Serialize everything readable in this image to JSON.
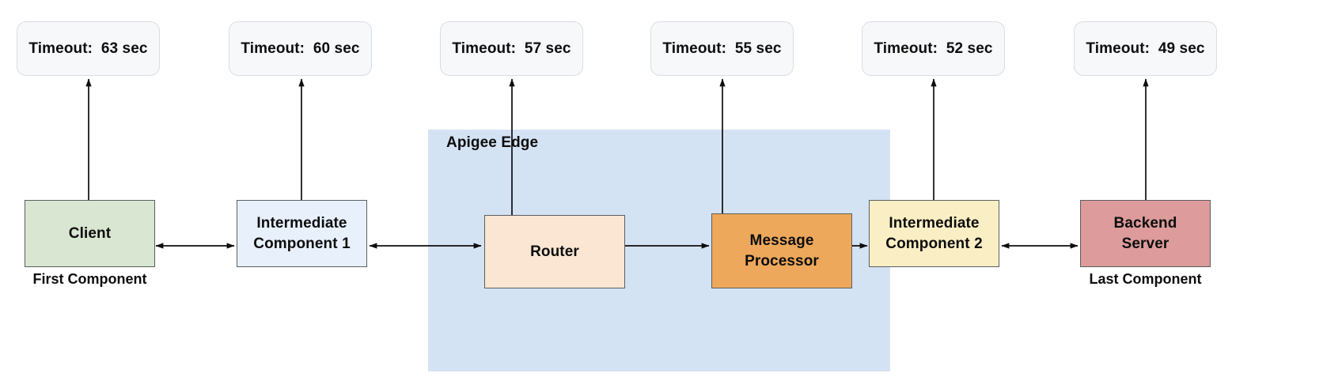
{
  "diagram": {
    "title": "Apigee Edge request timeout chain",
    "group": {
      "label": "Apigee Edge",
      "color": "#d4e3f4"
    },
    "timeouts": [
      {
        "id": "timeout-client",
        "label": "Timeout:  63 sec",
        "seconds": 63
      },
      {
        "id": "timeout-intermediate1",
        "label": "Timeout:  60 sec",
        "seconds": 60
      },
      {
        "id": "timeout-router",
        "label": "Timeout:  57 sec",
        "seconds": 57
      },
      {
        "id": "timeout-message-processor",
        "label": "Timeout:  55 sec",
        "seconds": 55
      },
      {
        "id": "timeout-intermediate2",
        "label": "Timeout:  52 sec",
        "seconds": 52
      },
      {
        "id": "timeout-backend",
        "label": "Timeout:  49 sec",
        "seconds": 49
      }
    ],
    "nodes": [
      {
        "id": "client",
        "label": "Client",
        "color": "#d9e6d1",
        "border": "#5a5f63"
      },
      {
        "id": "intermediate-1",
        "label": "Intermediate\nComponent 1",
        "color": "#e8f0fb",
        "border": "#5a5f63"
      },
      {
        "id": "router",
        "label": "Router",
        "color": "#fae6d2",
        "border": "#5a5f63"
      },
      {
        "id": "message-processor",
        "label": "Message\nProcessor",
        "color": "#eda85c",
        "border": "#5a5f63"
      },
      {
        "id": "intermediate-2",
        "label": "Intermediate\nComponent 2",
        "color": "#faeec4",
        "border": "#5a5f63"
      },
      {
        "id": "backend-server",
        "label": "Backend\nServer",
        "color": "#dd9b9b",
        "border": "#5a5f63"
      }
    ],
    "captions": {
      "first": "First Component",
      "last": "Last Component"
    }
  }
}
